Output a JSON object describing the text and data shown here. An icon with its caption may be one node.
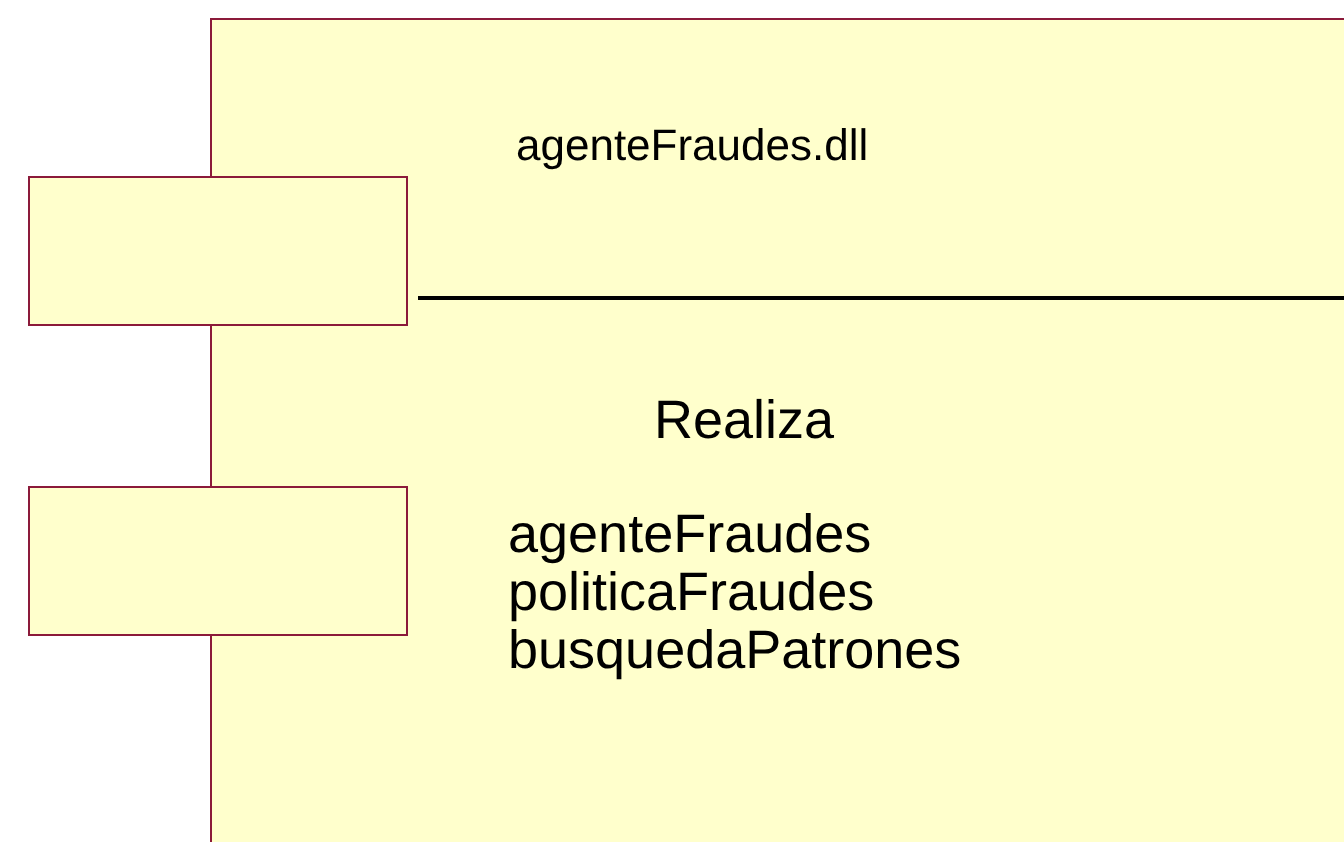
{
  "diagram": {
    "nodes": [
      {
        "text": [
          "agenteFraudes.dll",
          "Realiza",
          "agenteFraudes politicaFraudes busquedaPatrones"
        ]
      },
      {
        "text": [],
        "shape": "box"
      },
      {
        "text": [],
        "shape": "box"
      }
    ]
  }
}
